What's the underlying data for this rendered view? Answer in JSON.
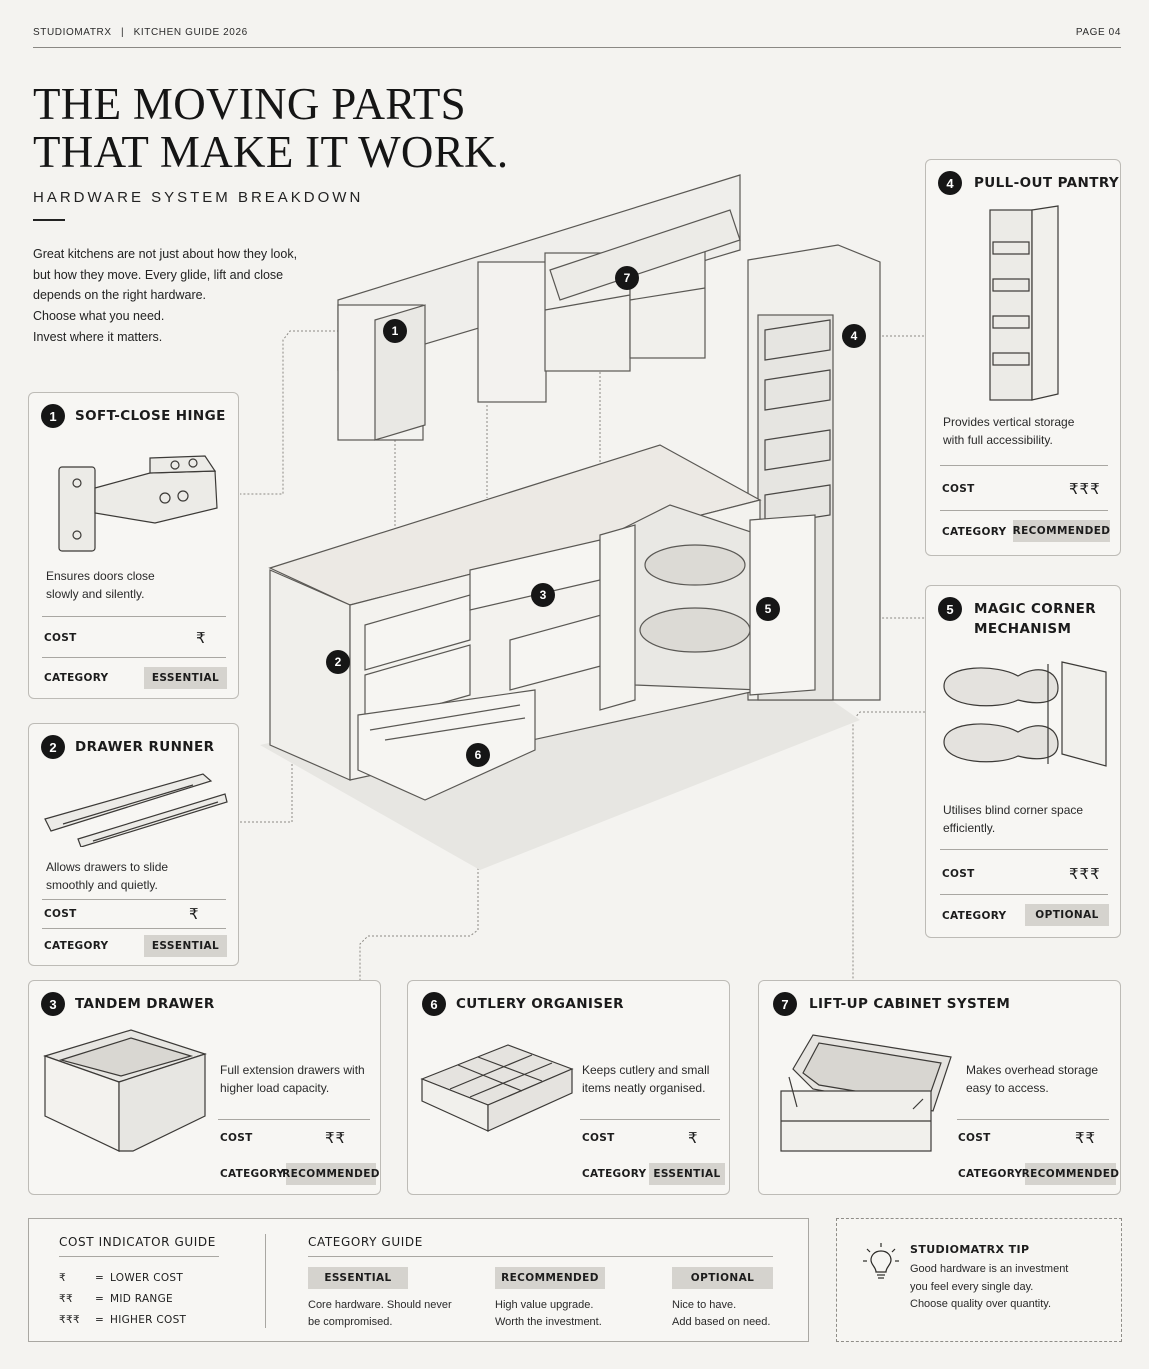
{
  "header": {
    "brand": "STUDIOMATRX",
    "separator": "|",
    "guide": "KITCHEN GUIDE 2026",
    "page": "PAGE 04"
  },
  "title_line1": "THE MOVING PARTS",
  "title_line2": "THAT MAKE IT WORK.",
  "subtitle": "HARDWARE SYSTEM BREAKDOWN",
  "intro": [
    "Great kitchens are not just about how they look,",
    "but how they move. Every glide, lift and close",
    "depends on the right hardware.",
    "Choose what you need.",
    "Invest where it matters."
  ],
  "labels": {
    "cost": "COST",
    "category": "CATEGORY"
  },
  "components": [
    {
      "num": "1",
      "name": "SOFT-CLOSE HINGE",
      "desc_lines": [
        "Ensures doors close",
        "slowly and silently."
      ],
      "cost": "₹",
      "category": "ESSENTIAL",
      "icon": "soft-close-hinge"
    },
    {
      "num": "2",
      "name": "DRAWER RUNNER",
      "desc_lines": [
        "Allows drawers to slide",
        "smoothly and quietly."
      ],
      "cost": "₹",
      "category": "ESSENTIAL",
      "icon": "drawer-runner"
    },
    {
      "num": "3",
      "name": "TANDEM DRAWER",
      "desc_lines": [
        "Full extension drawers with",
        "higher load capacity."
      ],
      "cost": "₹₹",
      "category": "RECOMMENDED",
      "icon": "tandem-drawer"
    },
    {
      "num": "4",
      "name": "PULL-OUT PANTRY",
      "desc_lines": [
        "Provides vertical storage",
        "with full accessibility."
      ],
      "cost": "₹₹₹",
      "category": "RECOMMENDED",
      "icon": "pull-out-pantry"
    },
    {
      "num": "5",
      "name_lines": [
        "MAGIC CORNER",
        "MECHANISM"
      ],
      "desc_lines": [
        "Utilises blind corner space",
        "efficiently."
      ],
      "cost": "₹₹₹",
      "category": "OPTIONAL",
      "icon": "magic-corner"
    },
    {
      "num": "6",
      "name": "CUTLERY ORGANISER",
      "desc_lines": [
        "Keeps cutlery and small",
        "items neatly organised."
      ],
      "cost": "₹",
      "category": "ESSENTIAL",
      "icon": "cutlery-organiser"
    },
    {
      "num": "7",
      "name": "LIFT-UP CABINET SYSTEM",
      "desc_lines": [
        "Makes overhead storage",
        "easy to access."
      ],
      "cost": "₹₹",
      "category": "RECOMMENDED",
      "icon": "lift-up-cabinet"
    }
  ],
  "cost_guide": {
    "title": "COST INDICATOR GUIDE",
    "rows": [
      {
        "symbol": "₹",
        "eq": "=",
        "label": "LOWER COST"
      },
      {
        "symbol": "₹₹",
        "eq": "=",
        "label": "MID RANGE"
      },
      {
        "symbol": "₹₹₹",
        "eq": "=",
        "label": "HIGHER COST"
      }
    ]
  },
  "category_guide": {
    "title": "CATEGORY GUIDE",
    "items": [
      {
        "tag": "ESSENTIAL",
        "lines": [
          "Core hardware. Should never",
          "be compromised."
        ]
      },
      {
        "tag": "RECOMMENDED",
        "lines": [
          "High value upgrade.",
          "Worth the investment."
        ]
      },
      {
        "tag": "OPTIONAL",
        "lines": [
          "Nice to have.",
          "Add based on need."
        ]
      }
    ]
  },
  "tip": {
    "title": "STUDIOMATRX TIP",
    "lines": [
      "Good hardware is an investment",
      "you feel every single day.",
      "Choose quality over quantity."
    ],
    "icon": "lightbulb-icon"
  },
  "colors": {
    "ink": "#161616",
    "paper": "#f4f3f0",
    "pill": "#d5d3ce",
    "line": "#a9a7a2"
  }
}
